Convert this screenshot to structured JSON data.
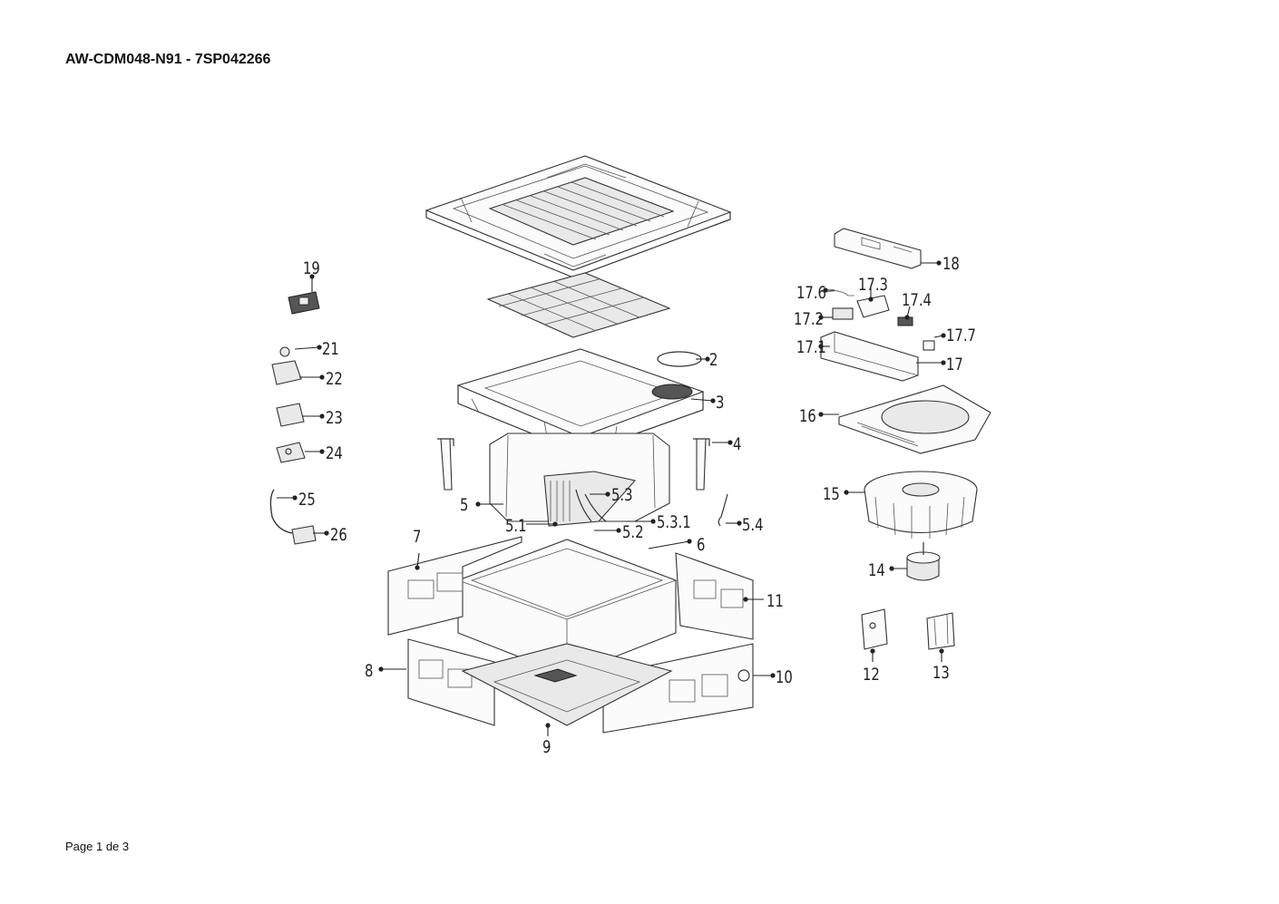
{
  "document": {
    "title": "AW-CDM048-N91 - 7SP042266",
    "footer": "Page 1 de 3"
  },
  "callouts": {
    "p2": "2",
    "p3": "3",
    "p4": "4",
    "p5": "5",
    "p5_1": "5.1",
    "p5_2": "5.2",
    "p5_3": "5.3",
    "p5_3_1": "5.3.1",
    "p5_4": "5.4",
    "p6": "6",
    "p7": "7",
    "p8": "8",
    "p9": "9",
    "p10": "10",
    "p11": "11",
    "p12": "12",
    "p13": "13",
    "p14": "14",
    "p15": "15",
    "p16": "16",
    "p17": "17",
    "p17_1": "17.1",
    "p17_2": "17.2",
    "p17_3": "17.3",
    "p17_4": "17.4",
    "p17_6": "17.6",
    "p17_7": "17.7",
    "p18": "18",
    "p19": "19",
    "p21": "21",
    "p22": "22",
    "p23": "23",
    "p24": "24",
    "p25": "25",
    "p26": "26"
  }
}
